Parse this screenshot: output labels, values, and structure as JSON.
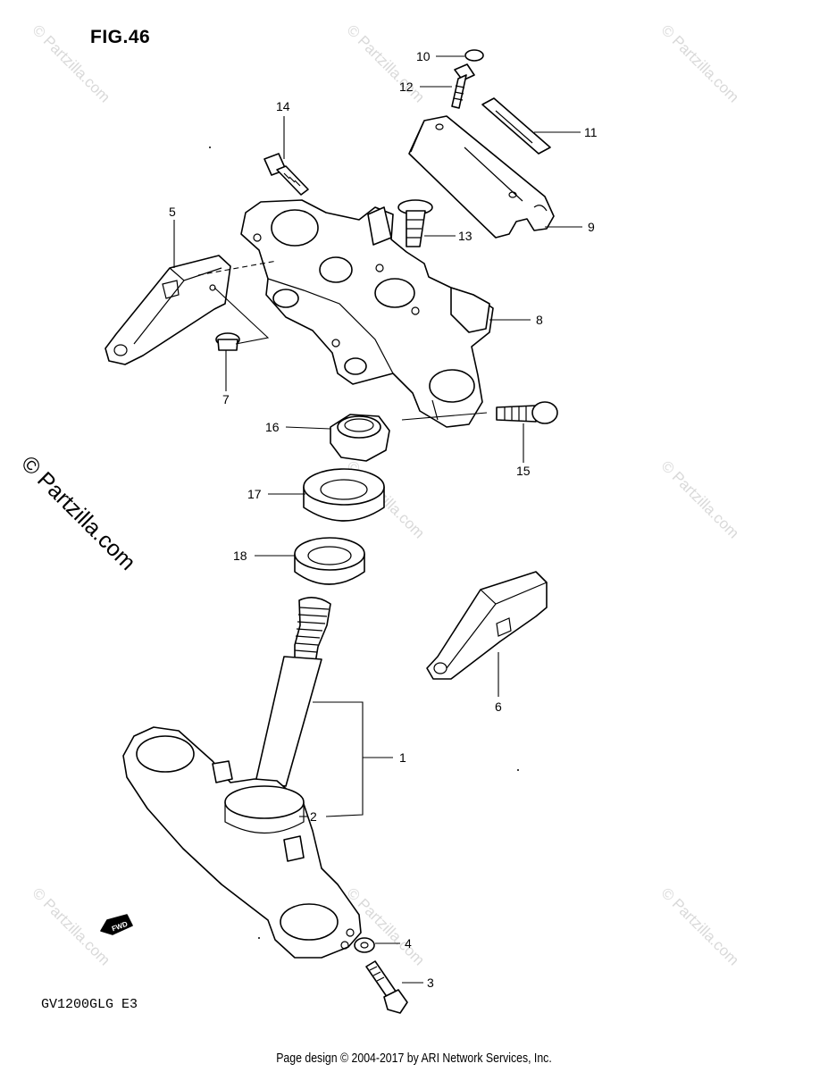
{
  "figure": {
    "title": "FIG.46",
    "model_code": "GV1200GLG  E3",
    "fwd_label": "FWD"
  },
  "watermark": {
    "text": "© Partzilla.com",
    "main_text": "© Partzilla.com"
  },
  "footer": {
    "text": "Page design © 2004-2017 by ARI Network Services, Inc."
  },
  "callouts": {
    "c1": "1",
    "c2": "2",
    "c3": "3",
    "c4": "4",
    "c5": "5",
    "c6": "6",
    "c7": "7",
    "c8": "8",
    "c9": "9",
    "c10": "10",
    "c11": "11",
    "c12": "12",
    "c13": "13",
    "c14": "14",
    "c15": "15",
    "c16": "16",
    "c17": "17",
    "c18": "18"
  }
}
